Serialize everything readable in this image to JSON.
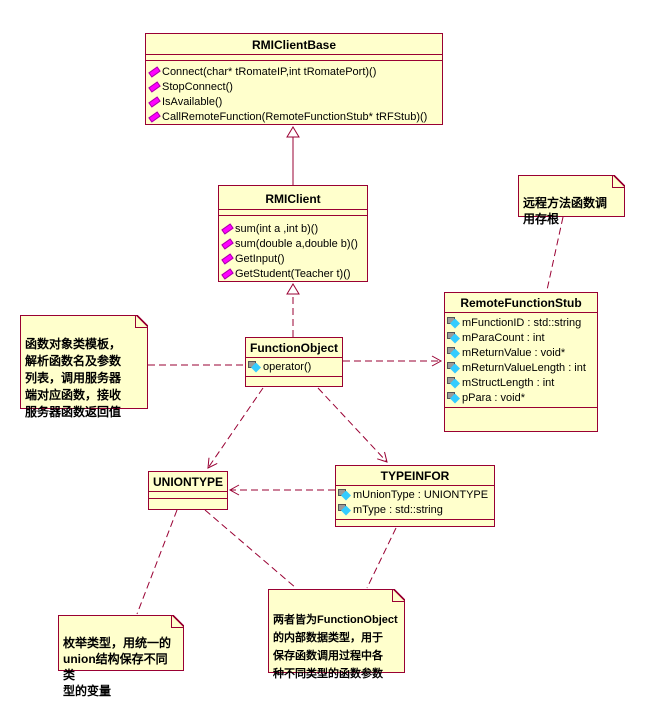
{
  "colors": {
    "line": "#990033",
    "fill": "#ffffcc",
    "operation_icon": "#ff00ff",
    "attribute_icon": "#33ccff",
    "background": "#ffffff"
  },
  "classes": {
    "rmiClientBase": {
      "name": "RMIClientBase",
      "methods": [
        "Connect(char* tRomateIP,int tRomatePort)()",
        "StopConnect()",
        "IsAvailable()",
        "CallRemoteFunction(RemoteFunctionStub* tRFStub)()"
      ]
    },
    "rmiClient": {
      "name": "RMIClient",
      "methods": [
        "sum(int a ,int b)()",
        "sum(double a,double b)()",
        "GetInput()",
        "GetStudent(Teacher t)()"
      ]
    },
    "remoteFunctionStub": {
      "name": "RemoteFunctionStub",
      "attributes": [
        "mFunctionID : std::string",
        "mParaCount : int",
        "mReturnValue : void*",
        "mReturnValueLength : int",
        "mStructLength : int",
        "pPara : void*"
      ]
    },
    "functionObject": {
      "name": "FunctionObject",
      "methods": [
        "operator()"
      ]
    },
    "unionType": {
      "name": "UNIONTYPE"
    },
    "typeInfor": {
      "name": "TYPEINFOR",
      "attributes": [
        "mUnionType : UNIONTYPE",
        "mType : std::string"
      ]
    }
  },
  "notes": {
    "remoteStub": "远程方法函数调\n用存根",
    "functionObject": "函数对象类模板，\n解析函数名及参数\n列表，调用服务器\n端对应函数，接收\n服务器函数返回值",
    "unionType": "枚举类型，用统一的\nunion结构保存不同类\n型的变量",
    "dataTypes": "两者皆为FunctionObject\n的内部数据类型，用于\n保存函数调用过程中各\n种不同类型的函数参数"
  },
  "relationships": [
    {
      "from": "RMIClient",
      "to": "RMIClientBase",
      "type": "generalization"
    },
    {
      "from": "FunctionObject",
      "to": "RMIClient",
      "type": "realization"
    },
    {
      "from": "FunctionObject",
      "to": "RemoteFunctionStub",
      "type": "dependency"
    },
    {
      "from": "FunctionObject",
      "to": "UNIONTYPE",
      "type": "dependency"
    },
    {
      "from": "FunctionObject",
      "to": "TYPEINFOR",
      "type": "dependency"
    },
    {
      "from": "TYPEINFOR",
      "to": "UNIONTYPE",
      "type": "dependency"
    },
    {
      "from": "note-remoteStub",
      "to": "RemoteFunctionStub",
      "type": "note-anchor"
    },
    {
      "from": "note-functionObject",
      "to": "FunctionObject",
      "type": "note-anchor"
    },
    {
      "from": "UNIONTYPE",
      "to": "note-unionType",
      "type": "note-anchor"
    },
    {
      "from": "UNIONTYPE",
      "to": "note-dataTypes",
      "type": "note-anchor"
    },
    {
      "from": "TYPEINFOR",
      "to": "note-dataTypes",
      "type": "note-anchor"
    }
  ]
}
